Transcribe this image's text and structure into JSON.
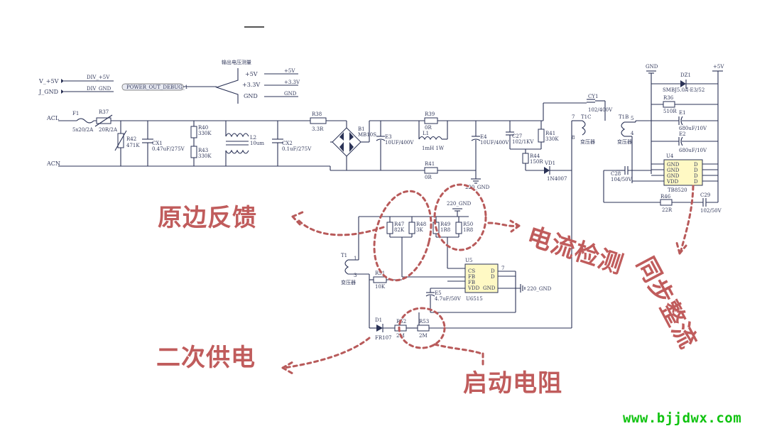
{
  "watermark": "www.bjjdwx.com",
  "annotations": {
    "primary_feedback": "原边反馈",
    "current_sense": "电流检测",
    "sync_rectify": "同步整流",
    "secondary_supply": "二次供电",
    "startup_resistor": "启动电阻"
  },
  "connector": {
    "title": "输出电压测量",
    "debug_label": "POWER_OUT_DEBUG_1",
    "pins": [
      "+5V",
      "+3.3V",
      "GND"
    ],
    "nets": [
      "+5V",
      "+3.3V",
      "GND"
    ]
  },
  "left_ports": {
    "p5v_label": "V_+5V",
    "gnd_label": "J_GND",
    "p5v_net": "DIV_+5V",
    "gnd_net": "DIV_GND"
  },
  "input": {
    "acl": "ACL",
    "acn": "ACN"
  },
  "components": {
    "F1": [
      "F1",
      "5x20/2A"
    ],
    "R37": [
      "R37",
      "20R/2A"
    ],
    "R42": [
      "R42",
      "471K"
    ],
    "CX1": [
      "CX1",
      "0.47uF/275V"
    ],
    "R40": [
      "R40",
      "330K"
    ],
    "R43": [
      "R43",
      "330K"
    ],
    "L2": [
      "L2",
      "10um"
    ],
    "CX2": [
      "CX2",
      "0.1uF/275V"
    ],
    "R38": [
      "R38",
      "3.3R"
    ],
    "B1": [
      "B1",
      "MB10S"
    ],
    "E3": [
      "E3",
      "10UF/400V"
    ],
    "R39": [
      "R39",
      "0R"
    ],
    "L1": [
      "L1",
      "1mH 1W"
    ],
    "R41b": [
      "R41",
      "0R"
    ],
    "E4": [
      "E4",
      "10UF/400V"
    ],
    "C27": [
      "C27",
      "102/1KV"
    ],
    "R41": [
      "R41",
      "330K"
    ],
    "R44": [
      "R44",
      "150R"
    ],
    "VD1": [
      "VD1",
      "1N4007"
    ],
    "CY1": [
      "CY1",
      "102/400V"
    ],
    "T1C": [
      "T1C",
      "变压器"
    ],
    "T1B": [
      "T1B",
      "变压器"
    ],
    "DZ1": [
      "DZ1",
      "SMBJ5.0A-E3/52"
    ],
    "R36": [
      "R36",
      "510R"
    ],
    "E1": [
      "E1",
      "680uF/10V"
    ],
    "E2": [
      "E2",
      "680uF/10V"
    ],
    "U4": [
      "U4",
      "TB8520"
    ],
    "C28": [
      "C28",
      "104/50V"
    ],
    "R46": [
      "R46",
      "22R"
    ],
    "C29": [
      "C29",
      "102/50V"
    ],
    "R47": [
      "R47",
      "82K"
    ],
    "R48": [
      "R48",
      "3K"
    ],
    "R49": [
      "R49",
      "1R8"
    ],
    "R50": [
      "R50",
      "1R8"
    ],
    "U5": [
      "U5",
      "U6515"
    ],
    "E5": [
      "E5",
      "4.7uF/50V"
    ],
    "R51": [
      "R51",
      "10K"
    ],
    "D1": [
      "D1",
      "FR107"
    ],
    "R52": [
      "R52",
      "2M"
    ],
    "R53": [
      "R53",
      "2M"
    ],
    "T1": [
      "T1",
      "变压器"
    ]
  },
  "nets": {
    "gnd220_a": "220_GND",
    "gnd220_b": "220_GND",
    "gnd220_c": "220_GND",
    "gnd_top": "GND",
    "plus5": "+5V"
  },
  "ic_pins": {
    "u4": [
      "GND",
      "GND",
      "GND",
      "VDD",
      "D",
      "D",
      "D",
      "D"
    ],
    "u5": [
      "CS",
      "FB",
      "FB",
      "VDD",
      "GND",
      "D",
      "D"
    ]
  },
  "pin_numbers": {
    "t1c_top": "7",
    "t1c_bottom": "8",
    "t1b_top": "5",
    "t1b_bottom": "4",
    "t1_top": "1",
    "t1_bottom": "3",
    "u5_right": "7"
  }
}
